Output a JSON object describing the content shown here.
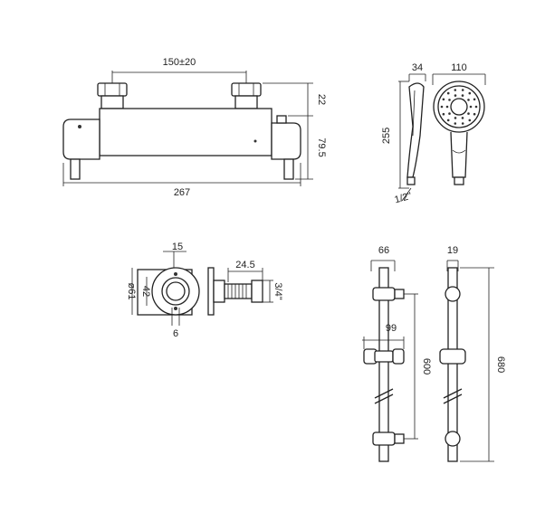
{
  "diagram": {
    "valve_front": {
      "centers": "150±20",
      "height_top": "22",
      "height_body": "79.5",
      "length": "267"
    },
    "handset": {
      "side_depth": "34",
      "head_diameter": "110",
      "length": "255",
      "connection": "1/2\""
    },
    "elbow": {
      "top": "15",
      "diameter_outer": "ø61",
      "diameter_inner": "42",
      "bottom": "6",
      "length": "24.5",
      "thread": "3/4\""
    },
    "riser_front": {
      "width": "66",
      "bracket": "99",
      "rail_length": "600"
    },
    "riser_side": {
      "depth": "19",
      "overall_length": "680"
    }
  }
}
